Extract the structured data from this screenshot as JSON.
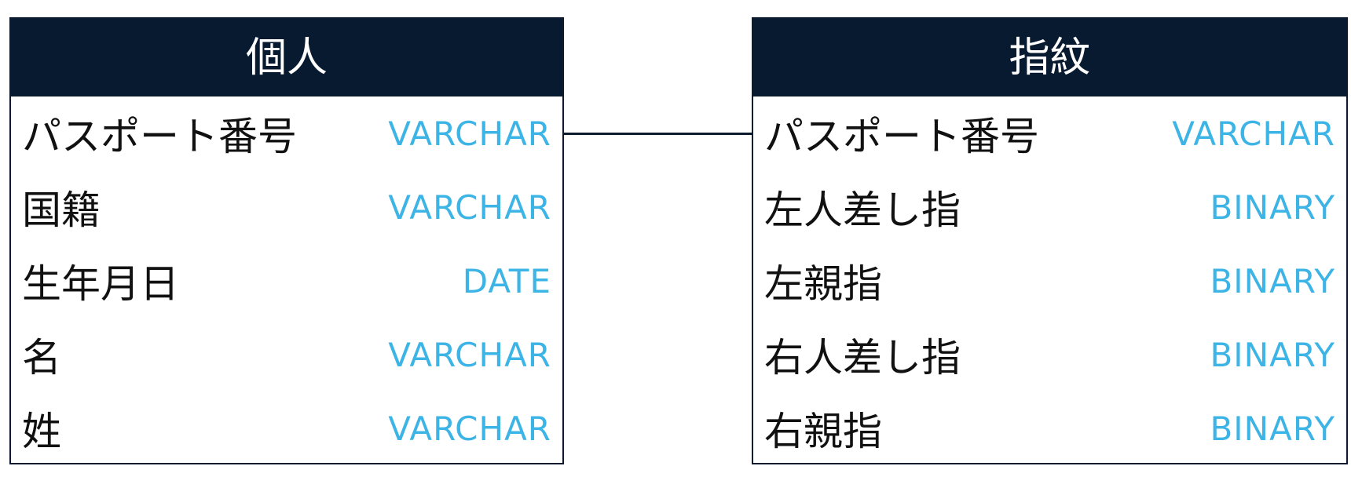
{
  "entities": [
    {
      "title": "個人",
      "fields": [
        {
          "name": "パスポート番号",
          "type": "VARCHAR"
        },
        {
          "name": "国籍",
          "type": "VARCHAR"
        },
        {
          "name": "生年月日",
          "type": "DATE"
        },
        {
          "name": "名",
          "type": "VARCHAR"
        },
        {
          "name": "姓",
          "type": "VARCHAR"
        }
      ]
    },
    {
      "title": "指紋",
      "fields": [
        {
          "name": "パスポート番号",
          "type": "VARCHAR"
        },
        {
          "name": "左人差し指",
          "type": "BINARY"
        },
        {
          "name": "左親指",
          "type": "BINARY"
        },
        {
          "name": "右人差し指",
          "type": "BINARY"
        },
        {
          "name": "右親指",
          "type": "BINARY"
        }
      ]
    }
  ],
  "relationship": {
    "from": "個人.パスポート番号",
    "to": "指紋.パスポート番号"
  },
  "colors": {
    "header_bg": "#081a30",
    "border": "#0b1a2e",
    "type_text": "#3db4e6",
    "name_text": "#111111"
  }
}
